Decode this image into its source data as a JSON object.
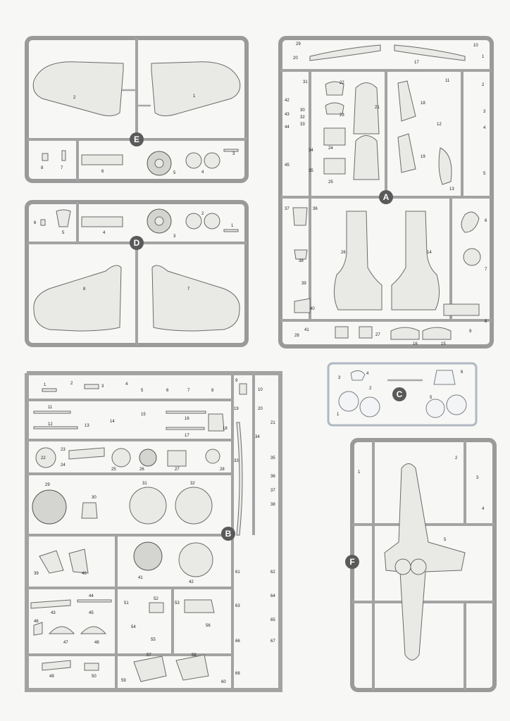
{
  "sheet": {
    "frames": [
      {
        "letter": "E",
        "labels": [
          "1",
          "2",
          "3",
          "4",
          "5",
          "6",
          "7",
          "8"
        ]
      },
      {
        "letter": "D",
        "labels": [
          "1",
          "2",
          "3",
          "4",
          "5",
          "6",
          "7",
          "8"
        ]
      },
      {
        "letter": "A",
        "labels": [
          "1",
          "2",
          "3",
          "4",
          "5",
          "6",
          "7",
          "8",
          "9",
          "10",
          "11",
          "12",
          "13",
          "14",
          "15",
          "16",
          "17",
          "18",
          "19",
          "20",
          "21",
          "22",
          "23",
          "24",
          "25",
          "26",
          "27",
          "28",
          "29",
          "30",
          "31",
          "32",
          "33",
          "34",
          "35",
          "36",
          "37",
          "38",
          "39",
          "40",
          "41",
          "42",
          "43",
          "44",
          "45"
        ]
      },
      {
        "letter": "C",
        "labels": [
          "1",
          "2",
          "3",
          "4",
          "5",
          "6"
        ]
      },
      {
        "letter": "B",
        "labels": [
          "1",
          "2",
          "3",
          "4",
          "5",
          "6",
          "7",
          "8",
          "9",
          "10",
          "11",
          "12",
          "13",
          "14",
          "15",
          "16",
          "17",
          "18",
          "19",
          "20",
          "21",
          "22",
          "23",
          "24",
          "25",
          "26",
          "27",
          "28",
          "29",
          "30",
          "31",
          "32",
          "33",
          "34",
          "35",
          "36",
          "37",
          "38",
          "39",
          "40",
          "41",
          "42",
          "43",
          "44",
          "45",
          "46",
          "47",
          "48",
          "49",
          "50",
          "51",
          "52",
          "53",
          "54",
          "55",
          "56",
          "57",
          "58",
          "59",
          "60",
          "61",
          "62",
          "63",
          "64",
          "65",
          "66",
          "67",
          "68"
        ]
      },
      {
        "letter": "F",
        "labels": [
          "1",
          "2",
          "3",
          "4",
          "5"
        ]
      }
    ]
  }
}
